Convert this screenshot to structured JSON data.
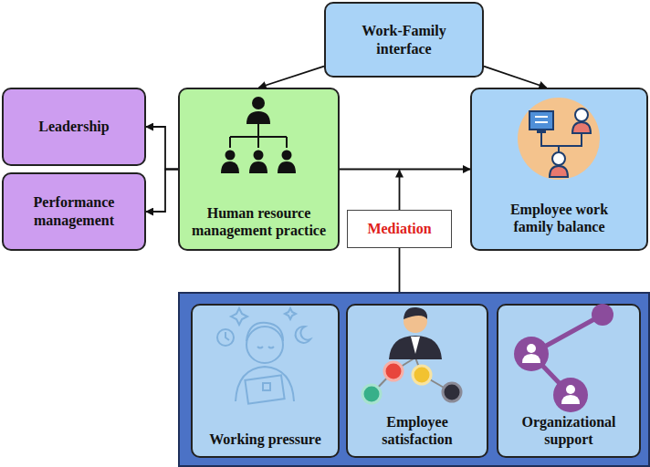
{
  "diagram": {
    "nodes": [
      {
        "text": [
          "Work-Family interface"
        ]
      },
      {
        "text": [
          "Leadership"
        ]
      },
      {
        "text": [
          "Performance management"
        ]
      },
      {
        "text": [
          "Human resource management practice"
        ]
      },
      {
        "text": [
          "Employee work family balance"
        ]
      },
      {
        "text": [
          "Mediation"
        ]
      },
      {
        "text": []
      },
      {
        "text": [
          "Working pressure"
        ],
        "in": 6
      },
      {
        "text": [
          "Employee satisfaction"
        ],
        "in": 6
      },
      {
        "text": [
          "Organizational support"
        ],
        "in": 6
      }
    ],
    "edges": [
      {
        "from": 0,
        "to": 3,
        "arrow": "to"
      },
      {
        "from": 0,
        "to": 4,
        "arrow": "to"
      },
      {
        "from": 3,
        "to": 1,
        "arrow": "to"
      },
      {
        "from": 3,
        "to": 2,
        "arrow": "to"
      },
      {
        "from": 3,
        "to": 4,
        "arrow": "to"
      },
      {
        "from": 6,
        "to": 5,
        "arrow": "none"
      }
    ]
  }
}
